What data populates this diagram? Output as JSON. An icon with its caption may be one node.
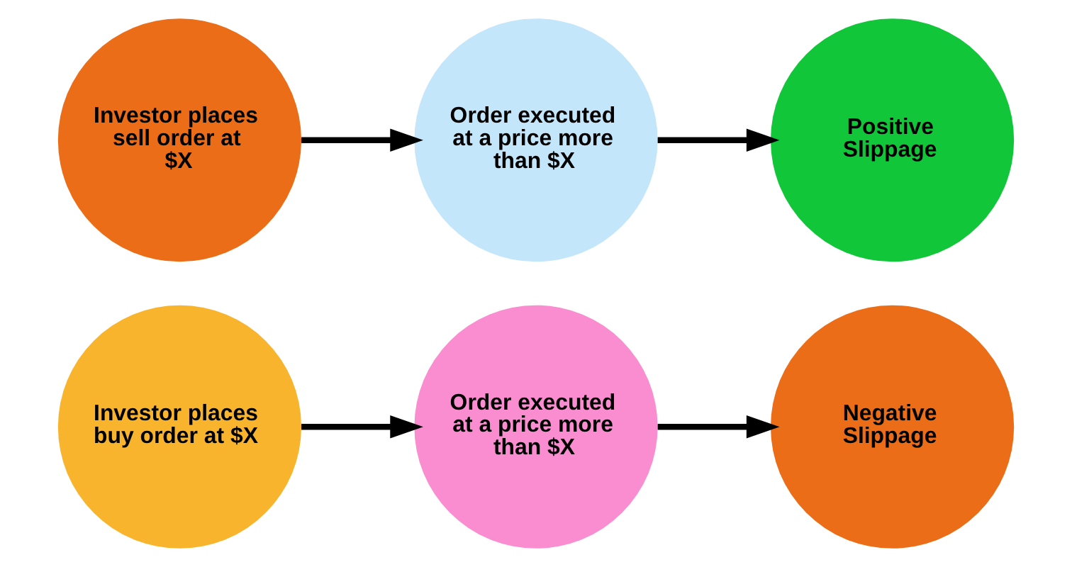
{
  "diagram": {
    "nodes": [
      {
        "text": [
          "Investor places buy order at $X"
        ]
      },
      {
        "text": [
          "Order executed at a price more than $X"
        ]
      },
      {
        "text": [
          "Negative Slippage"
        ]
      },
      {
        "text": [
          "Investor places sell order at $X"
        ]
      },
      {
        "text": [
          "Order executed at a price more than $X"
        ]
      },
      {
        "text": [
          "Positive Slippage"
        ]
      }
    ],
    "edges": [
      {
        "from": 0,
        "to": 1,
        "arrow": "to"
      },
      {
        "from": 1,
        "to": 2,
        "arrow": "to"
      },
      {
        "from": 3,
        "to": 4,
        "arrow": "to"
      },
      {
        "from": 4,
        "to": 5,
        "arrow": "to"
      }
    ]
  }
}
